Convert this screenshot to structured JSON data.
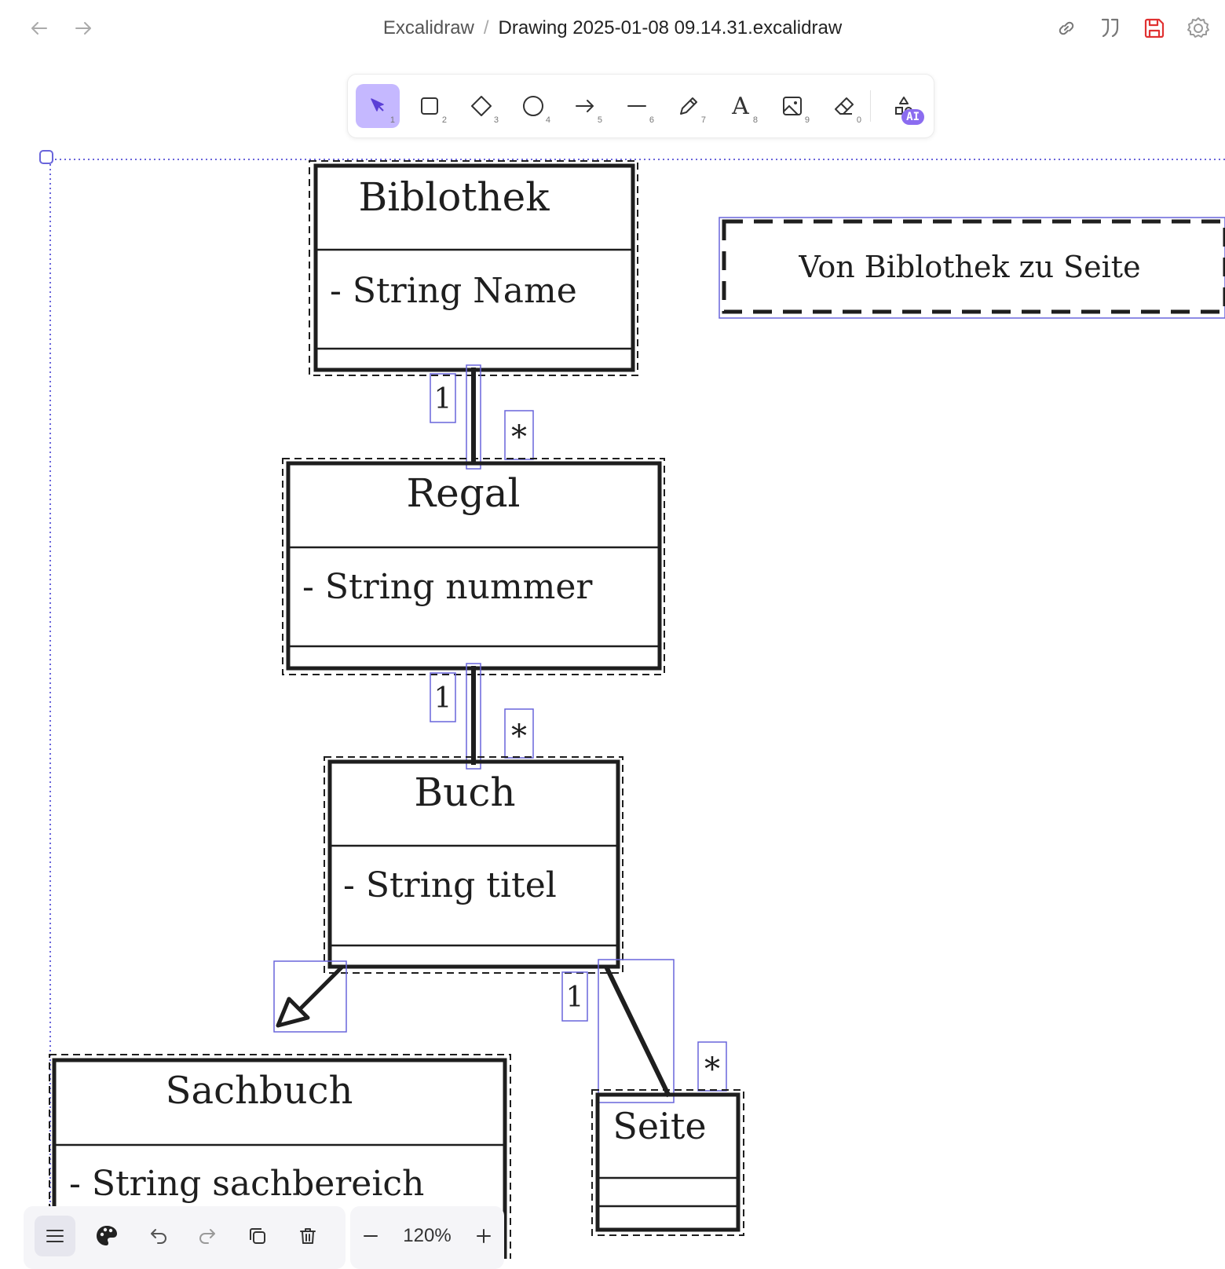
{
  "header": {
    "breadcrumb_parent": "Excalidraw",
    "breadcrumb_separator": "/",
    "file_name": "Drawing 2025-01-08 09.14.31.excalidraw"
  },
  "toolbar": {
    "tools": [
      {
        "name": "selection",
        "key": "1",
        "active": true
      },
      {
        "name": "rectangle",
        "key": "2"
      },
      {
        "name": "diamond",
        "key": "3"
      },
      {
        "name": "ellipse",
        "key": "4"
      },
      {
        "name": "arrow",
        "key": "5"
      },
      {
        "name": "line",
        "key": "6"
      },
      {
        "name": "draw",
        "key": "7"
      },
      {
        "name": "text",
        "key": "8"
      },
      {
        "name": "image",
        "key": "9"
      },
      {
        "name": "eraser",
        "key": "0"
      }
    ],
    "ai_label": "AI",
    "text_tool_glyph": "A"
  },
  "diagram": {
    "classes": {
      "biblothek": {
        "title": "Biblothek",
        "attribute": "- String Name"
      },
      "regal": {
        "title": "Regal",
        "attribute": "- String nummer"
      },
      "buch": {
        "title": "Buch",
        "attribute": "- String titel"
      },
      "sachbuch": {
        "title": "Sachbuch",
        "attribute": "- String sachbereich"
      },
      "seite": {
        "title": "Seite"
      }
    },
    "note": "Von Biblothek zu Seite",
    "multiplicities": {
      "biblothek_regal_one": "1",
      "biblothek_regal_many": "*",
      "regal_buch_one": "1",
      "regal_buch_many": "*",
      "buch_seite_one": "1",
      "buch_seite_many": "*"
    }
  },
  "footer": {
    "zoom": "120%"
  },
  "colors": {
    "accent": "#6965db",
    "selection_active": "#c5b8ff",
    "save_icon": "#e03131",
    "stroke": "#1e1e1e"
  }
}
